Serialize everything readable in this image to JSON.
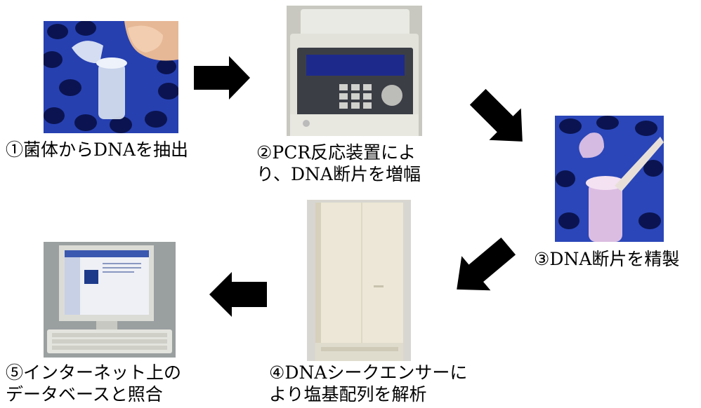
{
  "steps": [
    {
      "id": 1,
      "lines": [
        "①菌体からDNAを抽出"
      ],
      "icon": "tube-in-rack-photo"
    },
    {
      "id": 2,
      "lines": [
        "②PCR反応装置によ",
        "り、DNA断片を増幅"
      ],
      "icon": "pcr-thermal-cycler-photo"
    },
    {
      "id": 3,
      "lines": [
        "③DNA断片を精製"
      ],
      "icon": "open-tube-pipette-photo"
    },
    {
      "id": 4,
      "lines": [
        "④DNAシークエンサーに",
        "より塩基配列を解析"
      ],
      "icon": "dna-sequencer-photo"
    },
    {
      "id": 5,
      "lines": [
        "⑤インターネット上の",
        "データベースと照合"
      ],
      "icon": "computer-monitor-photo"
    }
  ],
  "colors": {
    "arrow": "#000000",
    "rack_blue": "#1a2f9a",
    "rack_hole": "#0a1240",
    "device_beige": "#e6e0cc",
    "lcd_blue": "#1d2a8c"
  }
}
